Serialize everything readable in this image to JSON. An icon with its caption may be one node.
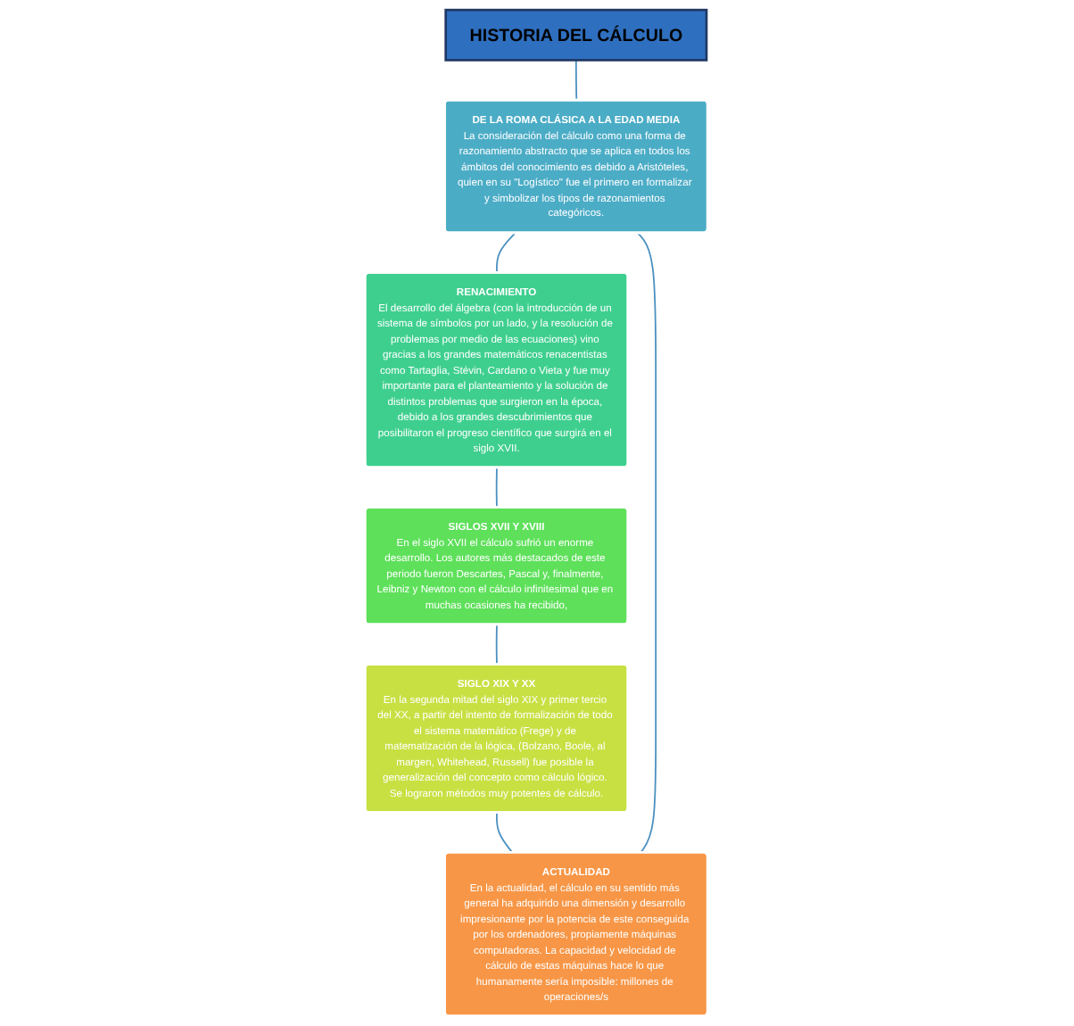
{
  "diagram": {
    "nodes": [
      {
        "text": [
          "HISTORIA DEL CÁLCULO"
        ]
      },
      {
        "text": [
          "DE LA ROMA CLÁSICA A LA EDAD MEDIA",
          "La consideración del cálculo como una forma de razonamiento abstracto que se aplica en todos los ámbitos del conocimiento es debido a Aristóteles, quien en su \"Logístico\" fue el primero en formalizar y simbolizar los tipos de razonamientos categóricos."
        ]
      },
      {
        "text": [
          "ACTUALIDAD",
          "En la actualidad, el cálculo en su sentido más general ha adquirido una dimensión y desarrollo impresionante por la potencia de este conseguida por los ordenadores, propiamente máquinas computadoras. La capacidad y velocidad de cálculo de estas máquinas hace lo que humanamente sería imposible: millones de operaciones/s"
        ]
      },
      {
        "text": [
          "RENACIMIENTO",
          "El desarrollo del álgebra (con la introducción de un sistema de símbolos por un lado, y la resolución de problemas por medio de las ecuaciones) vino gracias a los grandes matemáticos renacentistas como Tartaglia, Stévin, Cardano o Vieta y fue muy importante para el planteamiento y la solución de distintos problemas que surgieron en la época, debido a los grandes descubrimientos que posibilitaron el progreso científico que surgirá en el siglo XVII."
        ]
      },
      {
        "text": [
          "SIGLO XIX Y XX",
          "En la segunda mitad del siglo XIX y primer tercio del XX, a partir del intento de formalización de todo el sistema matemático (Frege) y de matematización de la lógica, (Bolzano, Boole, al margen, Whitehead, Russell) fue posible la generalización del concepto como cálculo lógico. Se lograron métodos muy potentes de cálculo."
        ]
      },
      {
        "text": [
          "SIGLOS XVII Y XVIII",
          "En el siglo XVII el cálculo sufrió un enorme desarrollo. Los autores más destacados de este periodo fueron Descartes, Pascal y, finalmente, Leibniz y Newton con el cálculo infinitesimal que en muchas ocasiones ha recibido,"
        ]
      }
    ],
    "edges": [
      {
        "from": 0,
        "to": 1,
        "arrow": "none"
      },
      {
        "from": 1,
        "to": 3,
        "arrow": "none"
      },
      {
        "from": 3,
        "to": 5,
        "arrow": "none"
      },
      {
        "from": 5,
        "to": 4,
        "arrow": "none"
      },
      {
        "from": 4,
        "to": 2,
        "arrow": "none"
      },
      {
        "from": 2,
        "to": 1,
        "arrow": "none"
      }
    ]
  }
}
